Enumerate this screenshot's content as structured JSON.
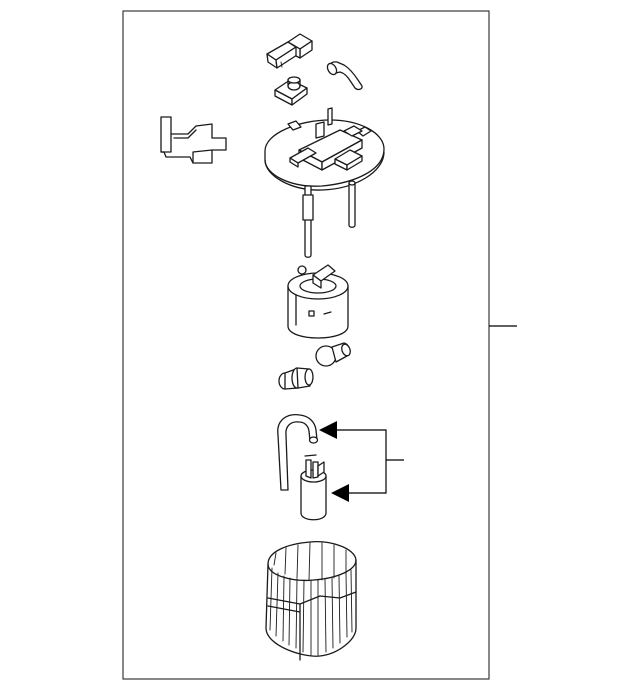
{
  "diagram": {
    "kind": "exploded-parts-illustration",
    "parts": [
      "connector",
      "hose",
      "grommet",
      "bracket",
      "flange-assembly",
      "reservoir",
      "check-valve",
      "fitting",
      "fuel-line",
      "fuel-pump",
      "filter-sock"
    ],
    "callouts": [
      "assembly-callout",
      "pump-kit-callout"
    ],
    "colors": {
      "line": "#1a1a1a",
      "background": "#ffffff",
      "frame": "#3a3a3a"
    }
  }
}
